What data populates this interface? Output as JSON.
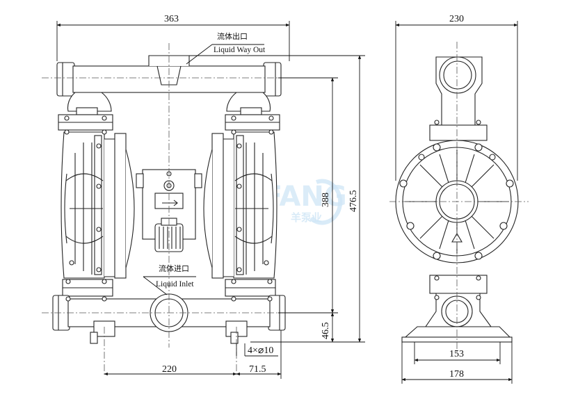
{
  "front_view": {
    "overall_width": "363",
    "height_to_outlet": "388",
    "overall_height": "476.5",
    "inlet_height": "46.5",
    "bolt_spacing": "220",
    "bolt_offset": "71.5",
    "mount_holes": "4×⌀10",
    "outlet_label_cn": "流体出口",
    "outlet_label_en": "Liquid Way Out",
    "inlet_label_cn": "流体进口",
    "inlet_label_en": "Liquid Inlet"
  },
  "side_view": {
    "overall_width": "230",
    "base_hole_spacing": "153",
    "base_width": "178"
  },
  "watermark": {
    "text": "BEIFANG",
    "subtext": "羊泵业"
  }
}
